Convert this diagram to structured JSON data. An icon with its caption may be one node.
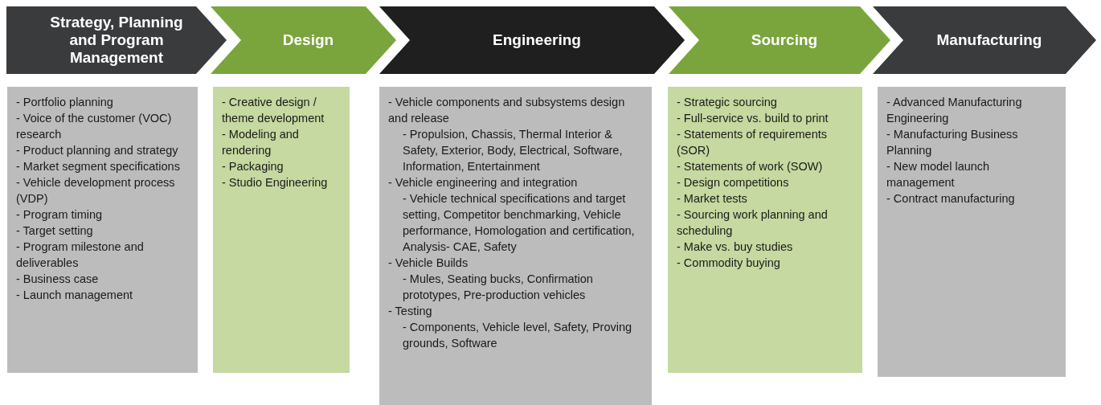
{
  "diagram": {
    "nodes": [
      {
        "text": [
          "Strategy, Planning and Program Management"
        ]
      },
      {
        "text": [
          "Design"
        ]
      },
      {
        "text": [
          "Engineering"
        ]
      },
      {
        "text": [
          "Sourcing"
        ]
      },
      {
        "text": [
          "Manufacturing"
        ]
      },
      {
        "text": [
          "- Portfolio planning",
          "- Voice of the customer (VOC) research",
          "- Product planning and strategy",
          "- Market segment specifications",
          "- Vehicle development process (VDP)",
          "- Program timing",
          "- Target setting",
          "- Program milestone and deliverables",
          "- Business case",
          "- Launch management"
        ]
      },
      {
        "text": [
          "- Creative design / theme development",
          "- Modeling and rendering",
          "- Packaging",
          "- Studio Engineering"
        ]
      },
      {
        "text": [
          "- Vehicle components and subsystems design and release",
          "- Propulsion, Chassis, Thermal  Interior & Safety, Exterior, Body, Electrical, Software, Information, Entertainment",
          "- Vehicle engineering and integration",
          "- Vehicle technical specifications and target setting, Competitor benchmarking, Vehicle performance, Homologation and certification, Analysis- CAE, Safety",
          "- Vehicle Builds",
          "- Mules, Seating bucks, Confirmation prototypes, Pre-production vehicles",
          "- Testing",
          "- Components, Vehicle level, Safety, Proving grounds, Software"
        ]
      },
      {
        "text": [
          "- Strategic sourcing",
          "- Full-service vs. build to print",
          "- Statements of requirements (SOR)",
          "- Statements of work (SOW)",
          "- Design competitions",
          "- Market tests",
          "- Sourcing work planning and scheduling",
          "- Make vs. buy studies",
          "- Commodity buying"
        ]
      },
      {
        "text": [
          "- Advanced Manufacturing Engineering",
          "- Manufacturing Business Planning",
          "- New model launch management",
          "- Contract manufacturing"
        ]
      }
    ]
  }
}
